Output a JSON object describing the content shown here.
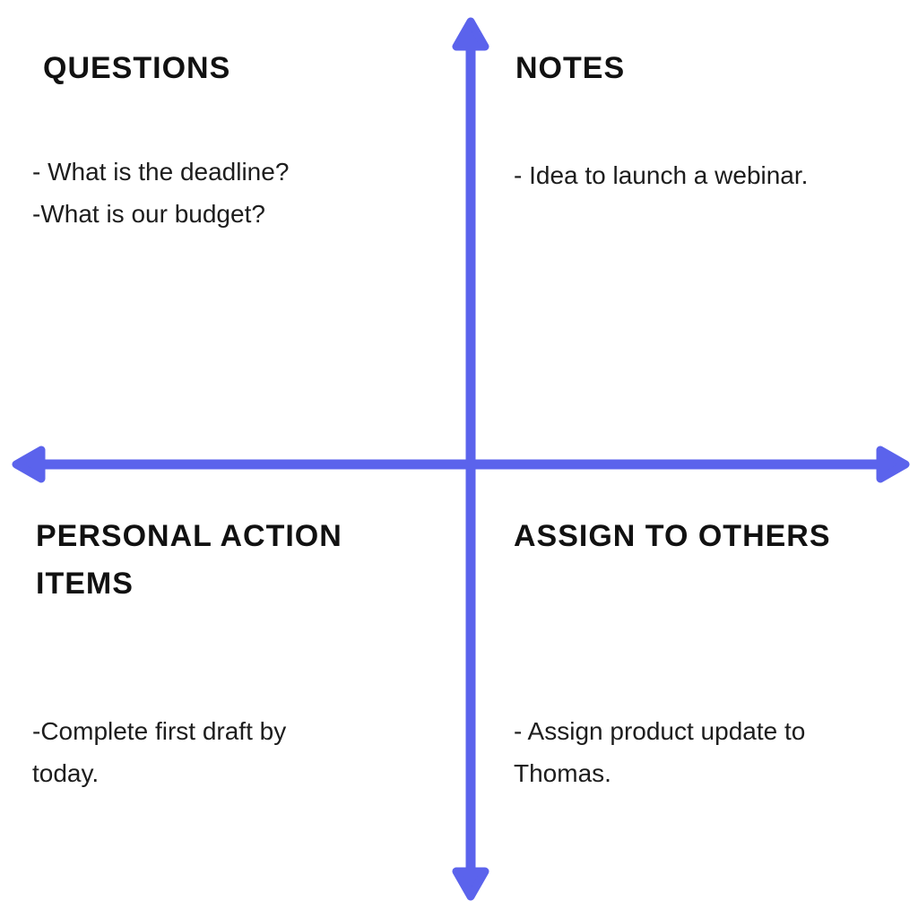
{
  "diagram": {
    "type": "quadrant-diagram",
    "axis_color": "#5B63EC",
    "text_color": "#1d1d1d",
    "heading_color": "#111111",
    "background_color": "#ffffff",
    "quadrants": {
      "top_left": {
        "title": "QUESTIONS",
        "items": {
          "0": "- What is the deadline?",
          "1": "-What is our budget?"
        }
      },
      "top_right": {
        "title": "NOTES",
        "items": {
          "0": "- Idea to launch a webinar."
        }
      },
      "bottom_left": {
        "title": "PERSONAL ACTION ITEMS",
        "items": {
          "0": "-Complete first draft by today."
        }
      },
      "bottom_right": {
        "title": "ASSIGN TO OTHERS",
        "items": {
          "0": "- Assign product update to Thomas."
        }
      }
    }
  }
}
